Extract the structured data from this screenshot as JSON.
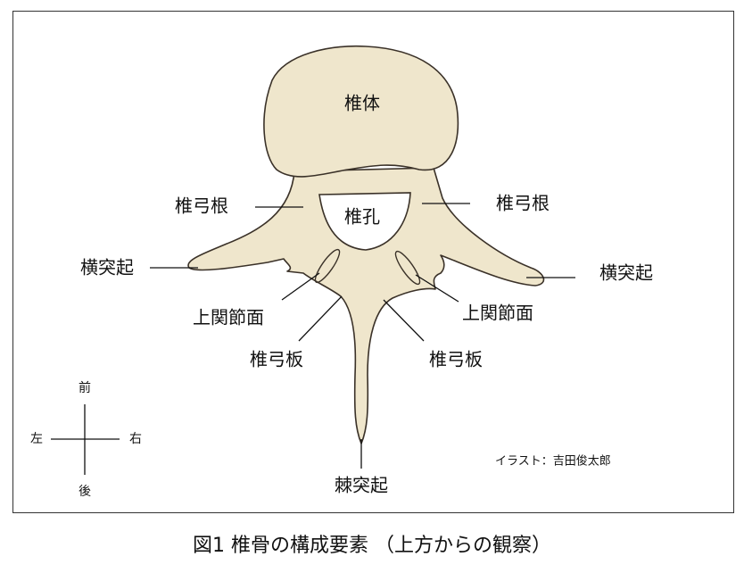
{
  "labels": {
    "body": "椎体",
    "foramen": "椎孔",
    "pedicle_left": "椎弓根",
    "pedicle_right": "椎弓根",
    "transverse_left": "横突起",
    "transverse_right": "横突起",
    "facet_left": "上関節面",
    "facet_right": "上関節面",
    "lamina_left": "椎弓板",
    "lamina_right": "椎弓板",
    "spinous": "棘突起"
  },
  "compass": {
    "front": "前",
    "back": "後",
    "left": "左",
    "right": "右"
  },
  "credit": "イラスト：吉田俊太郎",
  "caption": "図1 椎骨の構成要素 （上方からの観察）",
  "colors": {
    "bone": "#efe6cc",
    "outline": "#3a3128"
  }
}
